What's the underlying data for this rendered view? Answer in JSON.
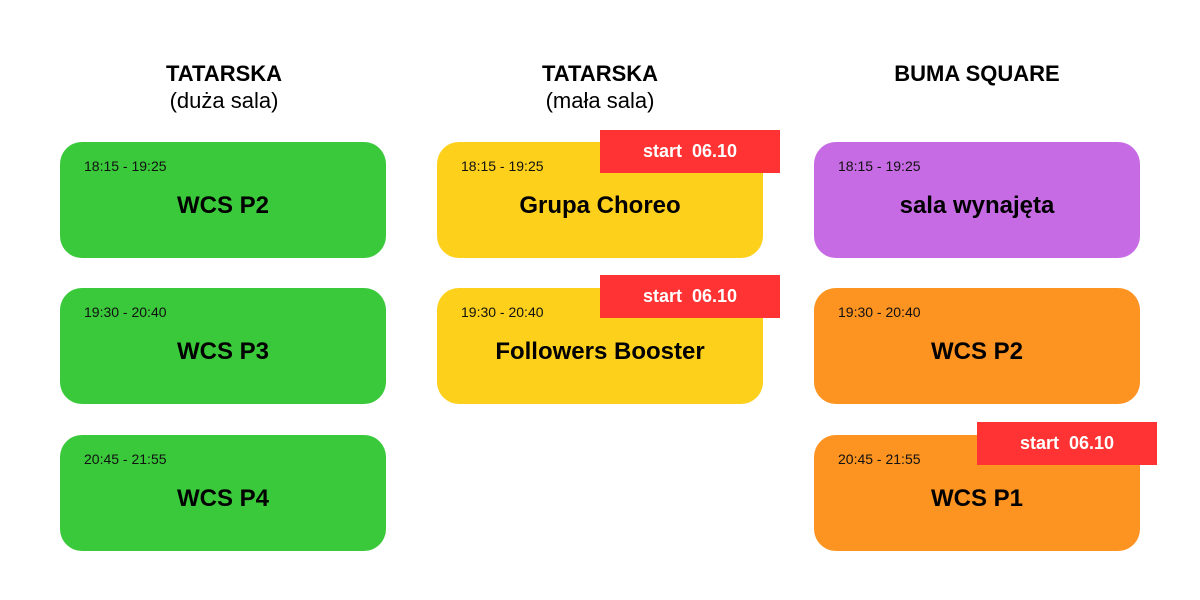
{
  "colors": {
    "green": "#3ac93a",
    "yellow": "#fdd01c",
    "purple": "#c76be4",
    "orange": "#fd9320",
    "badge": "#ff3333"
  },
  "columns": [
    {
      "title": "TATARSKA",
      "subtitle": "(duża sala)",
      "cards": [
        {
          "time": "18:15 - 19:25",
          "title": "WCS P2"
        },
        {
          "time": "19:30 - 20:40",
          "title": "WCS P3"
        },
        {
          "time": "20:45 - 21:55",
          "title": "WCS P4"
        }
      ]
    },
    {
      "title": "TATARSKA",
      "subtitle": "(mała sala)",
      "cards": [
        {
          "time": "18:15 - 19:25",
          "title": "Grupa Choreo",
          "badge": "start  06.10"
        },
        {
          "time": "19:30 - 20:40",
          "title": "Followers Booster",
          "badge": "start  06.10"
        }
      ]
    },
    {
      "title": "BUMA SQUARE",
      "cards": [
        {
          "time": "18:15 - 19:25",
          "title": "sala wynajęta"
        },
        {
          "time": "19:30 - 20:40",
          "title": "WCS P2"
        },
        {
          "time": "20:45 - 21:55",
          "title": "WCS P1",
          "badge": "start  06.10"
        }
      ]
    }
  ]
}
